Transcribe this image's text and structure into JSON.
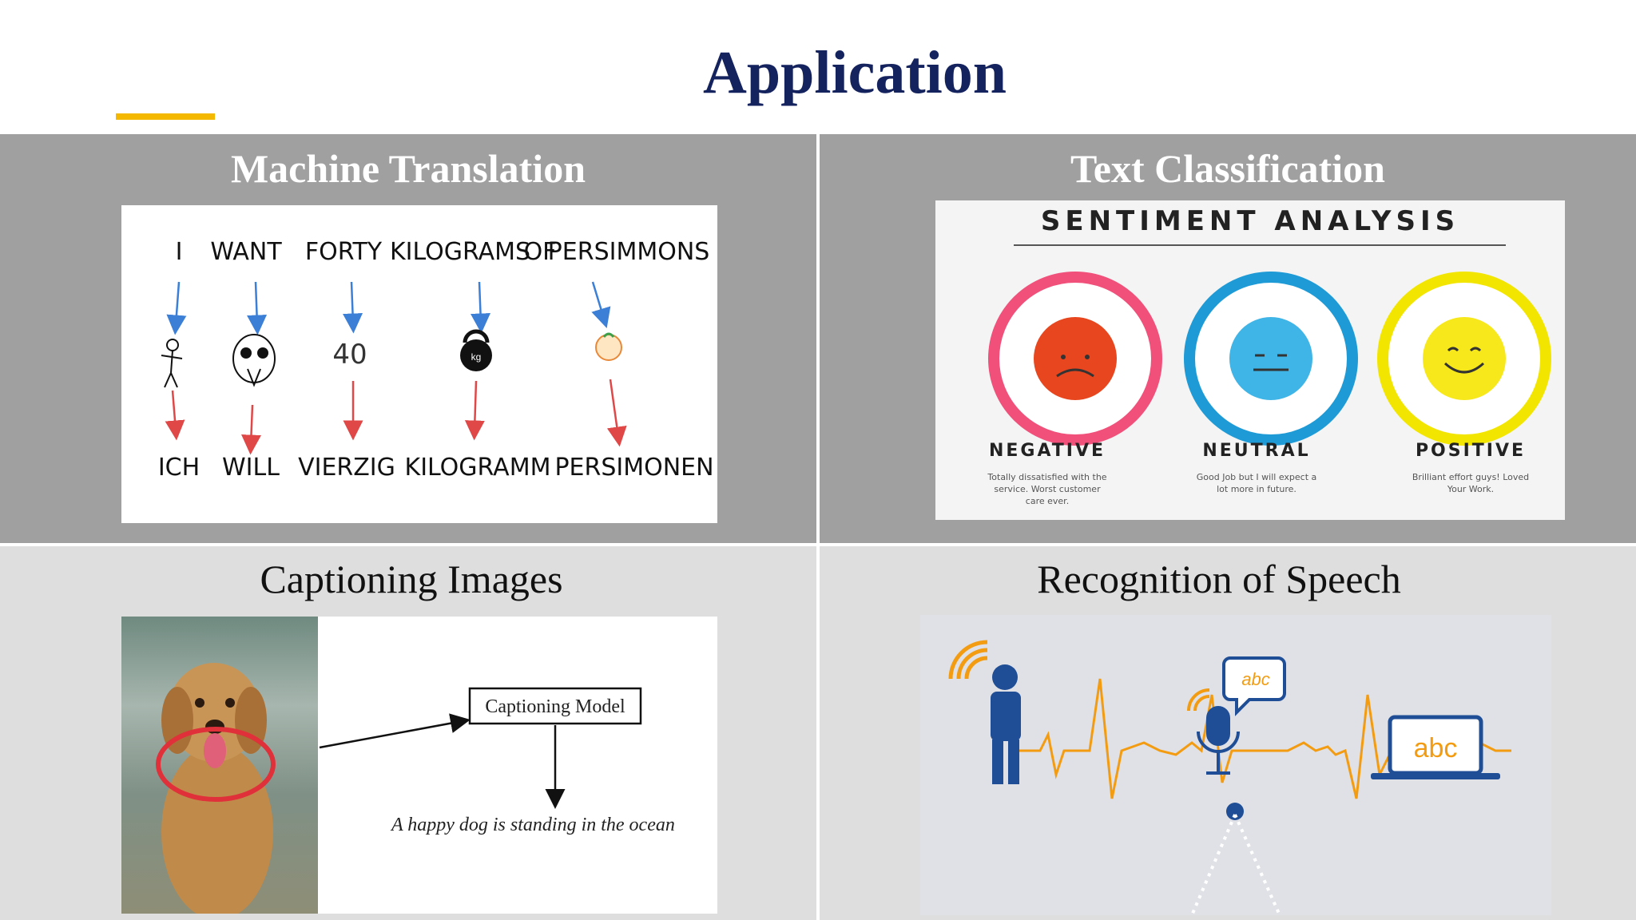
{
  "page": {
    "title": "Application",
    "accent_color": "#f5b800",
    "title_color": "#14225e"
  },
  "quadrants": {
    "mt": {
      "heading": "Machine Translation",
      "source_words": [
        "I",
        "WANT",
        "FORTY",
        "KILOGRAMS",
        "OF",
        "PERSIMMONS"
      ],
      "middle_label": "40",
      "kg_label": "kg",
      "target_words": [
        "ICH",
        "WILL",
        "VIERZIG",
        "KILOGRAMM",
        "PERSIMONEN"
      ]
    },
    "tc": {
      "heading": "Text Classification",
      "panel_title": "SENTIMENT ANALYSIS",
      "items": [
        {
          "label": "NEGATIVE",
          "text_lines": [
            "Totally dissatisfied with the",
            "service. Worst customer",
            "care ever."
          ],
          "ring_color": "#f0507a",
          "face_color": "#e8461e"
        },
        {
          "label": "NEUTRAL",
          "text_lines": [
            "Good Job but I will expect a",
            "lot more in future."
          ],
          "ring_color": "#1e9bd7",
          "face_color": "#3fb4e6"
        },
        {
          "label": "POSITIVE",
          "text_lines": [
            "Brilliant effort guys! Loved",
            "Your Work."
          ],
          "ring_color": "#f2e600",
          "face_color": "#f6e81a"
        }
      ]
    },
    "ci": {
      "heading": "Captioning Images",
      "model_label": "Captioning Model",
      "caption": "A happy dog is standing in the ocean"
    },
    "sr": {
      "heading": "Recognition of Speech",
      "bubble_text": "abc",
      "laptop_text": "abc",
      "accent": "#f39c12",
      "figure_color": "#1f4e96"
    }
  }
}
